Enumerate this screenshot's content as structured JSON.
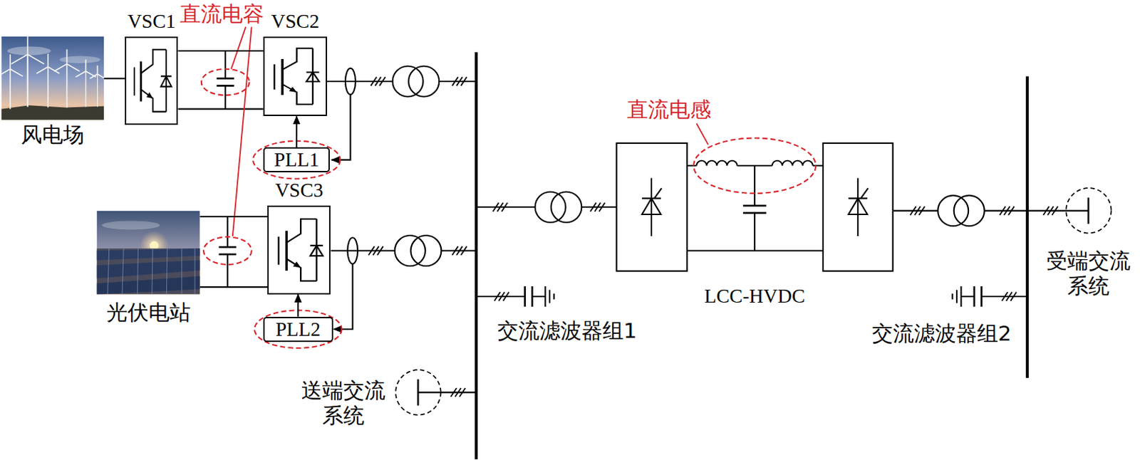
{
  "diagram": {
    "nodes": [
      {
        "text": [
          "风电场"
        ]
      },
      {
        "text": [
          "VSC1"
        ]
      },
      {
        "text": [
          "VSC2"
        ]
      },
      {
        "text": [
          "PLL1"
        ]
      },
      {
        "text": [
          "光伏电站"
        ]
      },
      {
        "text": [
          "VSC3"
        ]
      },
      {
        "text": [
          "PLL2"
        ]
      },
      {
        "text": [
          "送端交流 系统"
        ]
      },
      {
        "text": [
          "受端交流 系统"
        ]
      }
    ],
    "edges": [
      {
        "from": 0,
        "to": 1,
        "arrow": "none"
      },
      {
        "from": 1,
        "to": 2,
        "arrow": "none"
      },
      {
        "from": 3,
        "to": 2,
        "arrow": "to"
      },
      {
        "from": 4,
        "to": 5,
        "arrow": "none"
      },
      {
        "from": 6,
        "to": 5,
        "arrow": "to"
      }
    ],
    "labels": [
      "直流电容",
      "直流电感",
      "LCC-HVDC",
      "交流滤波器组1",
      "交流滤波器组2"
    ]
  }
}
